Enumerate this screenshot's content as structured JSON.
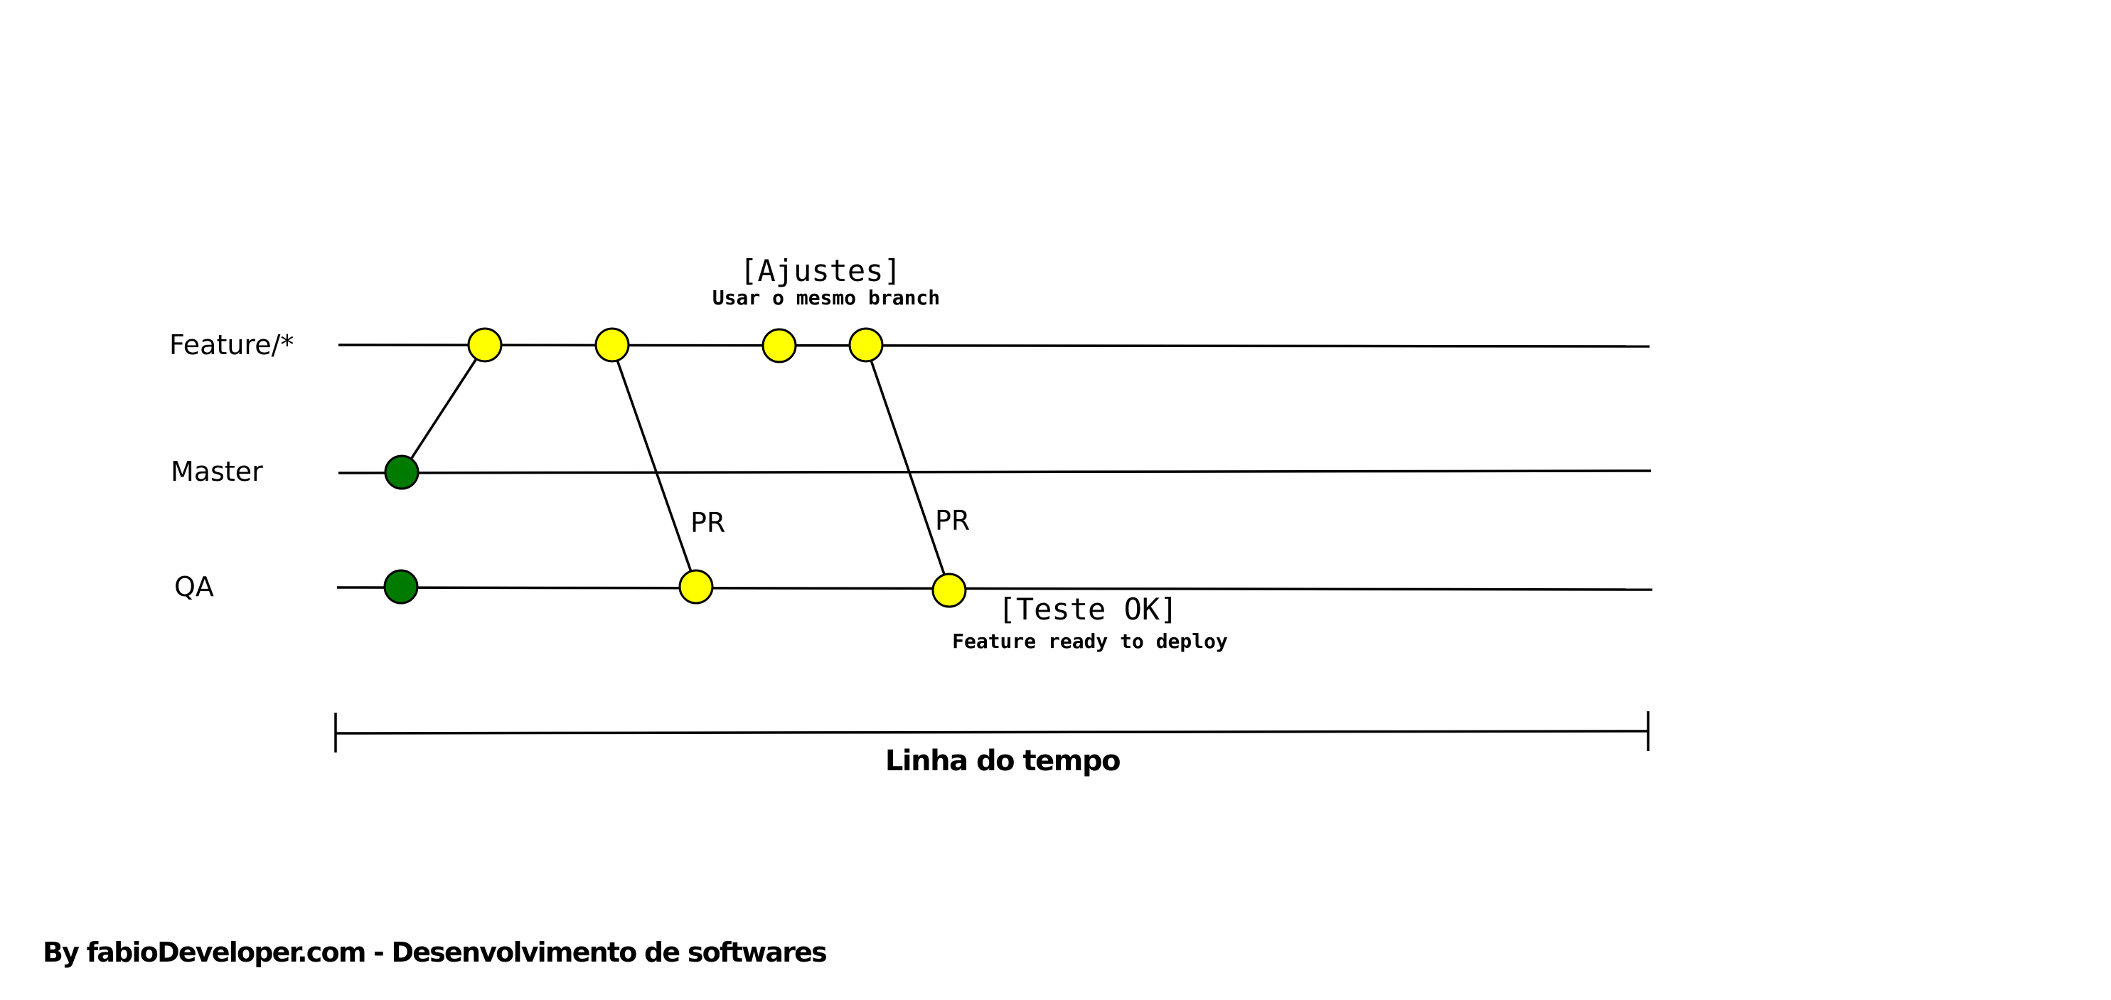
{
  "lanes": {
    "feature": "Feature/*",
    "master": "Master",
    "qa": "QA"
  },
  "notes": {
    "ajustes_title": "[Ajustes]",
    "ajustes_sub": "Usar o mesmo branch",
    "teste_title": "[Teste OK]",
    "teste_sub": "Feature ready to deploy"
  },
  "links": {
    "pr_first": "PR",
    "pr_second": "PR"
  },
  "timeline": {
    "label": "Linha do tempo"
  },
  "footer": {
    "credit": "By fabioDeveloper.com - Desenvolvimento de softwares"
  },
  "colors": {
    "commit_green": "#007a00",
    "commit_yellow": "#ffff00",
    "line": "#000000"
  }
}
